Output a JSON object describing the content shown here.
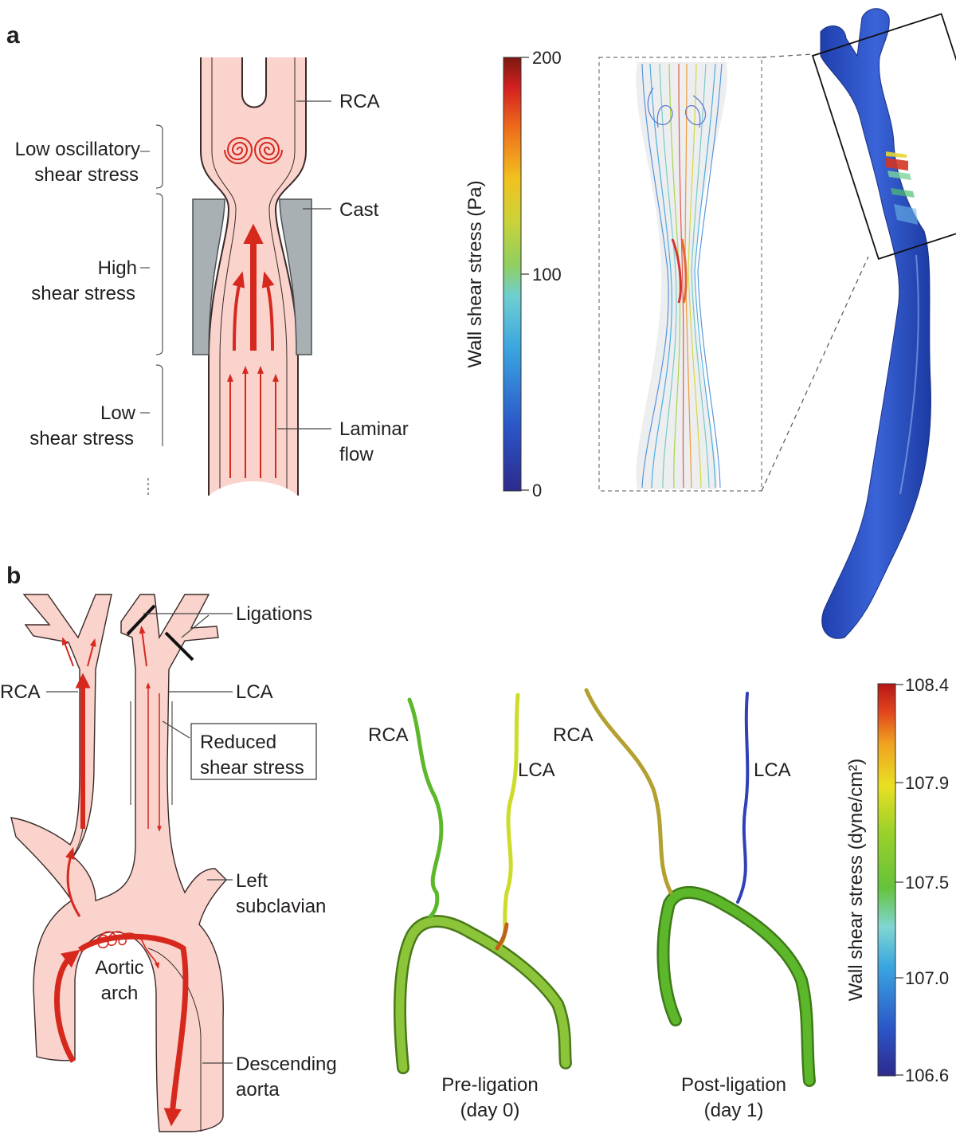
{
  "panel_a": {
    "label": "a",
    "schematic": {
      "rca": "RCA",
      "low_osc_line1": "Low oscillatory",
      "low_osc_line2": "shear stress",
      "cast": "Cast",
      "high_line1": "High",
      "high_line2": "shear stress",
      "low_line1": "Low",
      "low_line2": "shear stress",
      "laminar_line1": "Laminar",
      "laminar_line2": "flow"
    },
    "colorbar": {
      "title": "Wall shear stress  (Pa)",
      "ticks": [
        "200",
        "100",
        "0"
      ]
    }
  },
  "panel_b": {
    "label": "b",
    "schematic": {
      "ligations": "Ligations",
      "rca": "RCA",
      "lca": "LCA",
      "reduced_line1": "Reduced",
      "reduced_line2": "shear stress",
      "left_sub_line1": "Left",
      "left_sub_line2": "subclavian",
      "aortic_line1": "Aortic",
      "aortic_line2": "arch",
      "desc_line1": "Descending",
      "desc_line2": "aorta"
    },
    "models": {
      "pre": {
        "rca": "RCA",
        "lca": "LCA",
        "caption1": "Pre-ligation",
        "caption2": "(day 0)"
      },
      "post": {
        "rca": "RCA",
        "lca": "LCA",
        "caption1": "Post-ligation",
        "caption2": "(day 1)"
      }
    },
    "colorbar": {
      "title": "Wall shear stress (dyne/cm²)",
      "ticks": [
        "108.4",
        "107.9",
        "107.5",
        "107.0",
        "106.6"
      ]
    }
  },
  "colors": {
    "vessel_fill": "#f9d3cc",
    "vessel_stroke": "#3a2a28",
    "flow_arrow": "#d7281e",
    "cast": "#a9b0b4",
    "model_blue": "#2f58c7",
    "model_green": "#5cb82a"
  }
}
